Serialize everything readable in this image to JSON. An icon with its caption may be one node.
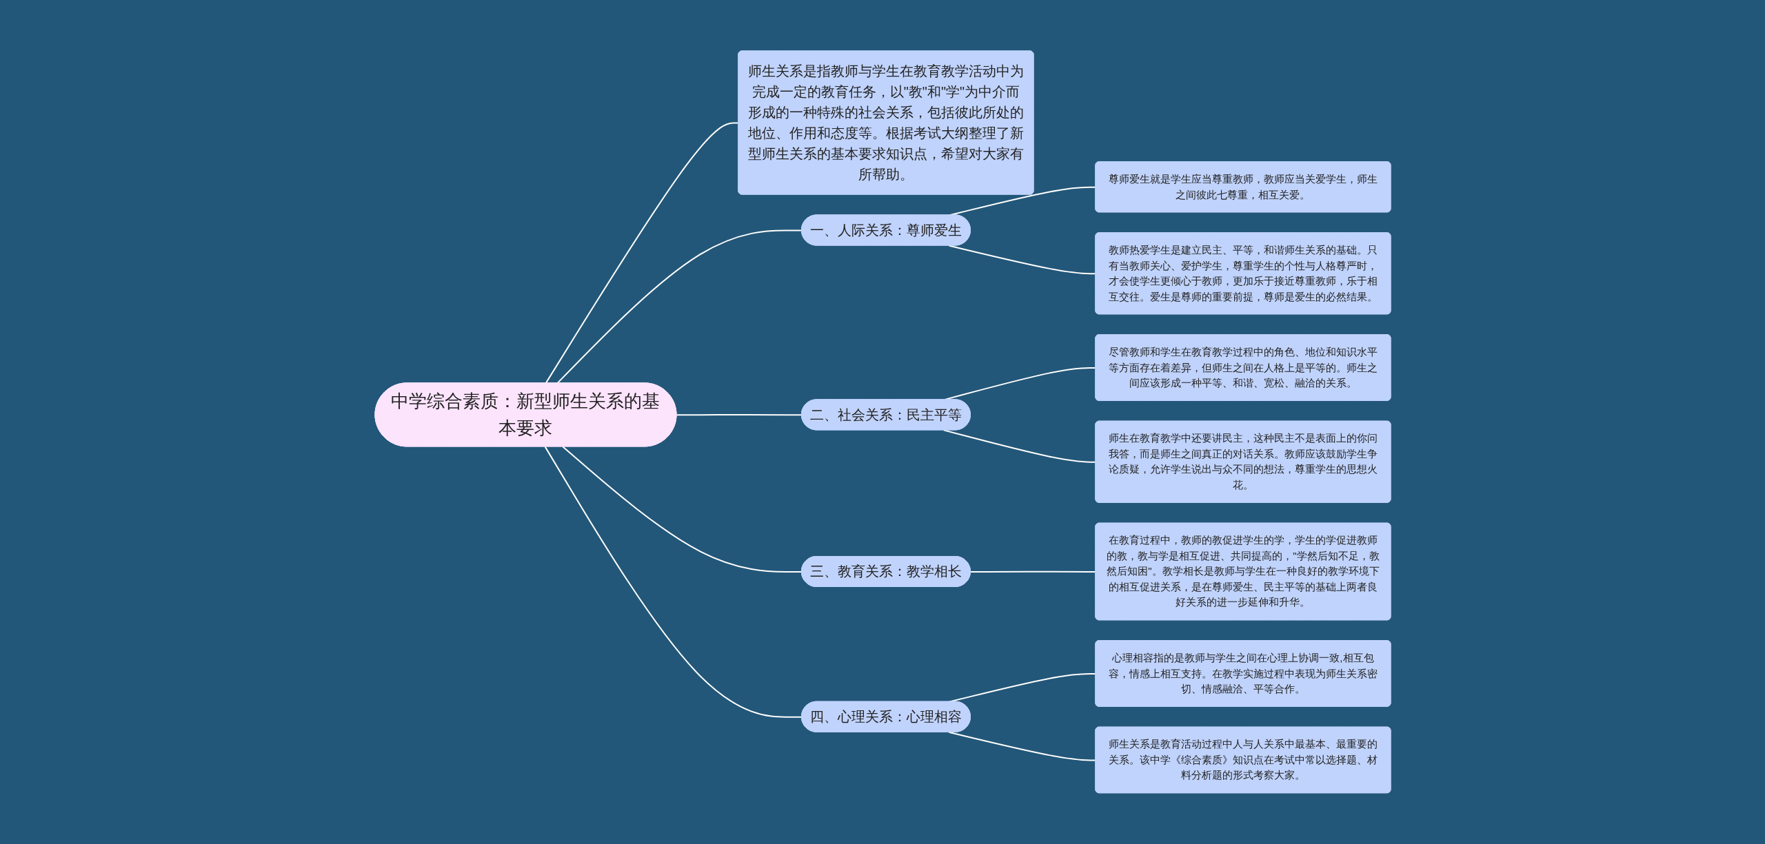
{
  "diagram": {
    "nodes": [
      {
        "text": [
          "中学综合素质：新型师生关系的基本要求"
        ]
      },
      {
        "text": [
          "师生关系是指教师与学生在教育教学活动中为完成一定的教育任务，以\"教\"和\"学\"为中介而形成的一种特殊的社会关系，包括彼此所处的地位、作用和态度等。根据考试大纲整理了新型师生关系的基本要求知识点，希望对大家有所帮助。"
        ]
      },
      {
        "text": [
          "一、人际关系：尊师爱生"
        ]
      },
      {
        "text": [
          "尊师爱生就是学生应当尊重教师，教师应当关爱学生，师生之间彼此七尊重，相互关爱。"
        ]
      },
      {
        "text": [
          "教师热爱学生是建立民主、平等，和谐师生关系的基础。只有当教师关心、爱护学生，尊重学生的个性与人格尊严时，才会使学生更倾心于教师，更加乐于接近尊重教师，乐于相互交往。爱生是尊师的重要前提，尊师是爱生的必然结果。"
        ]
      },
      {
        "text": [
          "二、社会关系：民主平等"
        ]
      },
      {
        "text": [
          "尽管教师和学生在教育教学过程中的角色、地位和知识水平等方面存在着差异，但师生之间在人格上是平等的。师生之间应该形成一种平等、和谐、宽松、融洽的关系。"
        ]
      },
      {
        "text": [
          "师生在教育教学中还要讲民主，这种民主不是表面上的你问我答，而是师生之间真正的对话关系。教师应该鼓励学生争论质疑，允许学生说出与众不同的想法，尊重学生的思想火花。"
        ]
      },
      {
        "text": [
          "三、教育关系：教学相长"
        ]
      },
      {
        "text": [
          "在教育过程中，教师的教促进学生的学，学生的学促进教师的教，教与学是相互促进、共同提高的，\"学然后知不足，教然后知困\"。教学相长是教师与学生在一种良好的教学环境下的相互促进关系，是在尊师爱生、民主平等的基础上两者良好关系的进一步延伸和升华。"
        ]
      },
      {
        "text": [
          "四、心理关系：心理相容"
        ]
      },
      {
        "text": [
          "心理相容指的是教师与学生之间在心理上协调一致,相互包容，情感上相互支持。在教学实施过程中表现为师生关系密切、情感融洽、平等合作。"
        ]
      },
      {
        "text": [
          "师生关系是教育活动过程中人与人关系中最基本、最重要的关系。该中学《综合素质》知识点在考试中常以选择题、材料分析题的形式考察大家。"
        ]
      }
    ],
    "edges": [
      {
        "from": 0,
        "to": 1,
        "arrow": "none"
      },
      {
        "from": 0,
        "to": 2,
        "arrow": "none"
      },
      {
        "from": 2,
        "to": 3,
        "arrow": "none"
      },
      {
        "from": 2,
        "to": 4,
        "arrow": "none"
      },
      {
        "from": 0,
        "to": 5,
        "arrow": "none"
      },
      {
        "from": 5,
        "to": 6,
        "arrow": "none"
      },
      {
        "from": 5,
        "to": 7,
        "arrow": "none"
      },
      {
        "from": 0,
        "to": 8,
        "arrow": "none"
      },
      {
        "from": 8,
        "to": 9,
        "arrow": "none"
      },
      {
        "from": 0,
        "to": 10,
        "arrow": "none"
      },
      {
        "from": 10,
        "to": 11,
        "arrow": "none"
      },
      {
        "from": 10,
        "to": 12,
        "arrow": "none"
      }
    ]
  }
}
